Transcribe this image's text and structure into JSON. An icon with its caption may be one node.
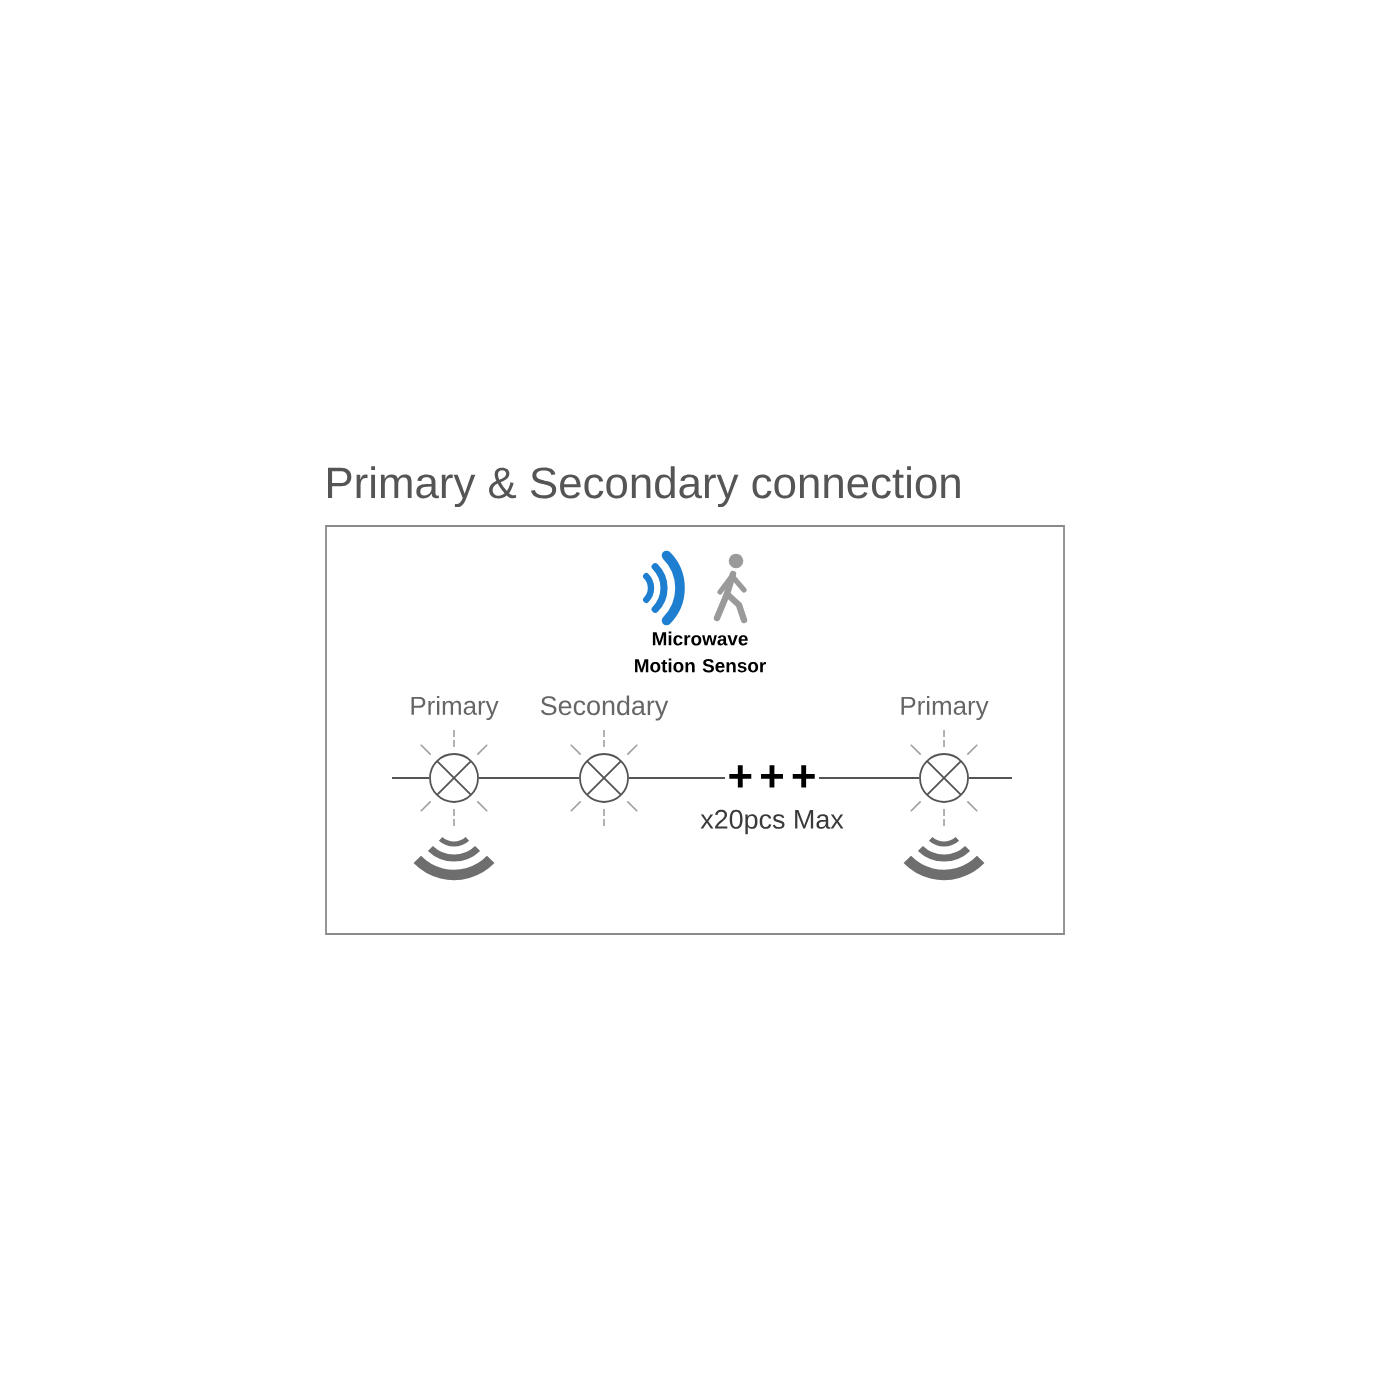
{
  "diagram": {
    "title": "Primary & Secondary connection",
    "nodes": [
      {
        "text": [],
        "shape": "circle",
        "beside": [
          "Primary"
        ]
      },
      {
        "text": [],
        "shape": "circle",
        "beside": [
          "Secondary"
        ]
      },
      {
        "text": [
          "+++"
        ],
        "beside": [
          "x20pcs Max"
        ]
      },
      {
        "text": [],
        "shape": "circle",
        "beside": [
          "Primary"
        ]
      }
    ],
    "edges": [
      {
        "from": null,
        "to": 0,
        "arrow": "none"
      },
      {
        "from": 0,
        "to": 1,
        "arrow": "none"
      },
      {
        "from": 1,
        "to": 2,
        "arrow": "none"
      },
      {
        "from": 2,
        "to": 3,
        "arrow": "none"
      },
      {
        "from": 3,
        "to": null,
        "arrow": "none"
      }
    ],
    "labels": [
      "Microwave Motion Sensor"
    ]
  }
}
